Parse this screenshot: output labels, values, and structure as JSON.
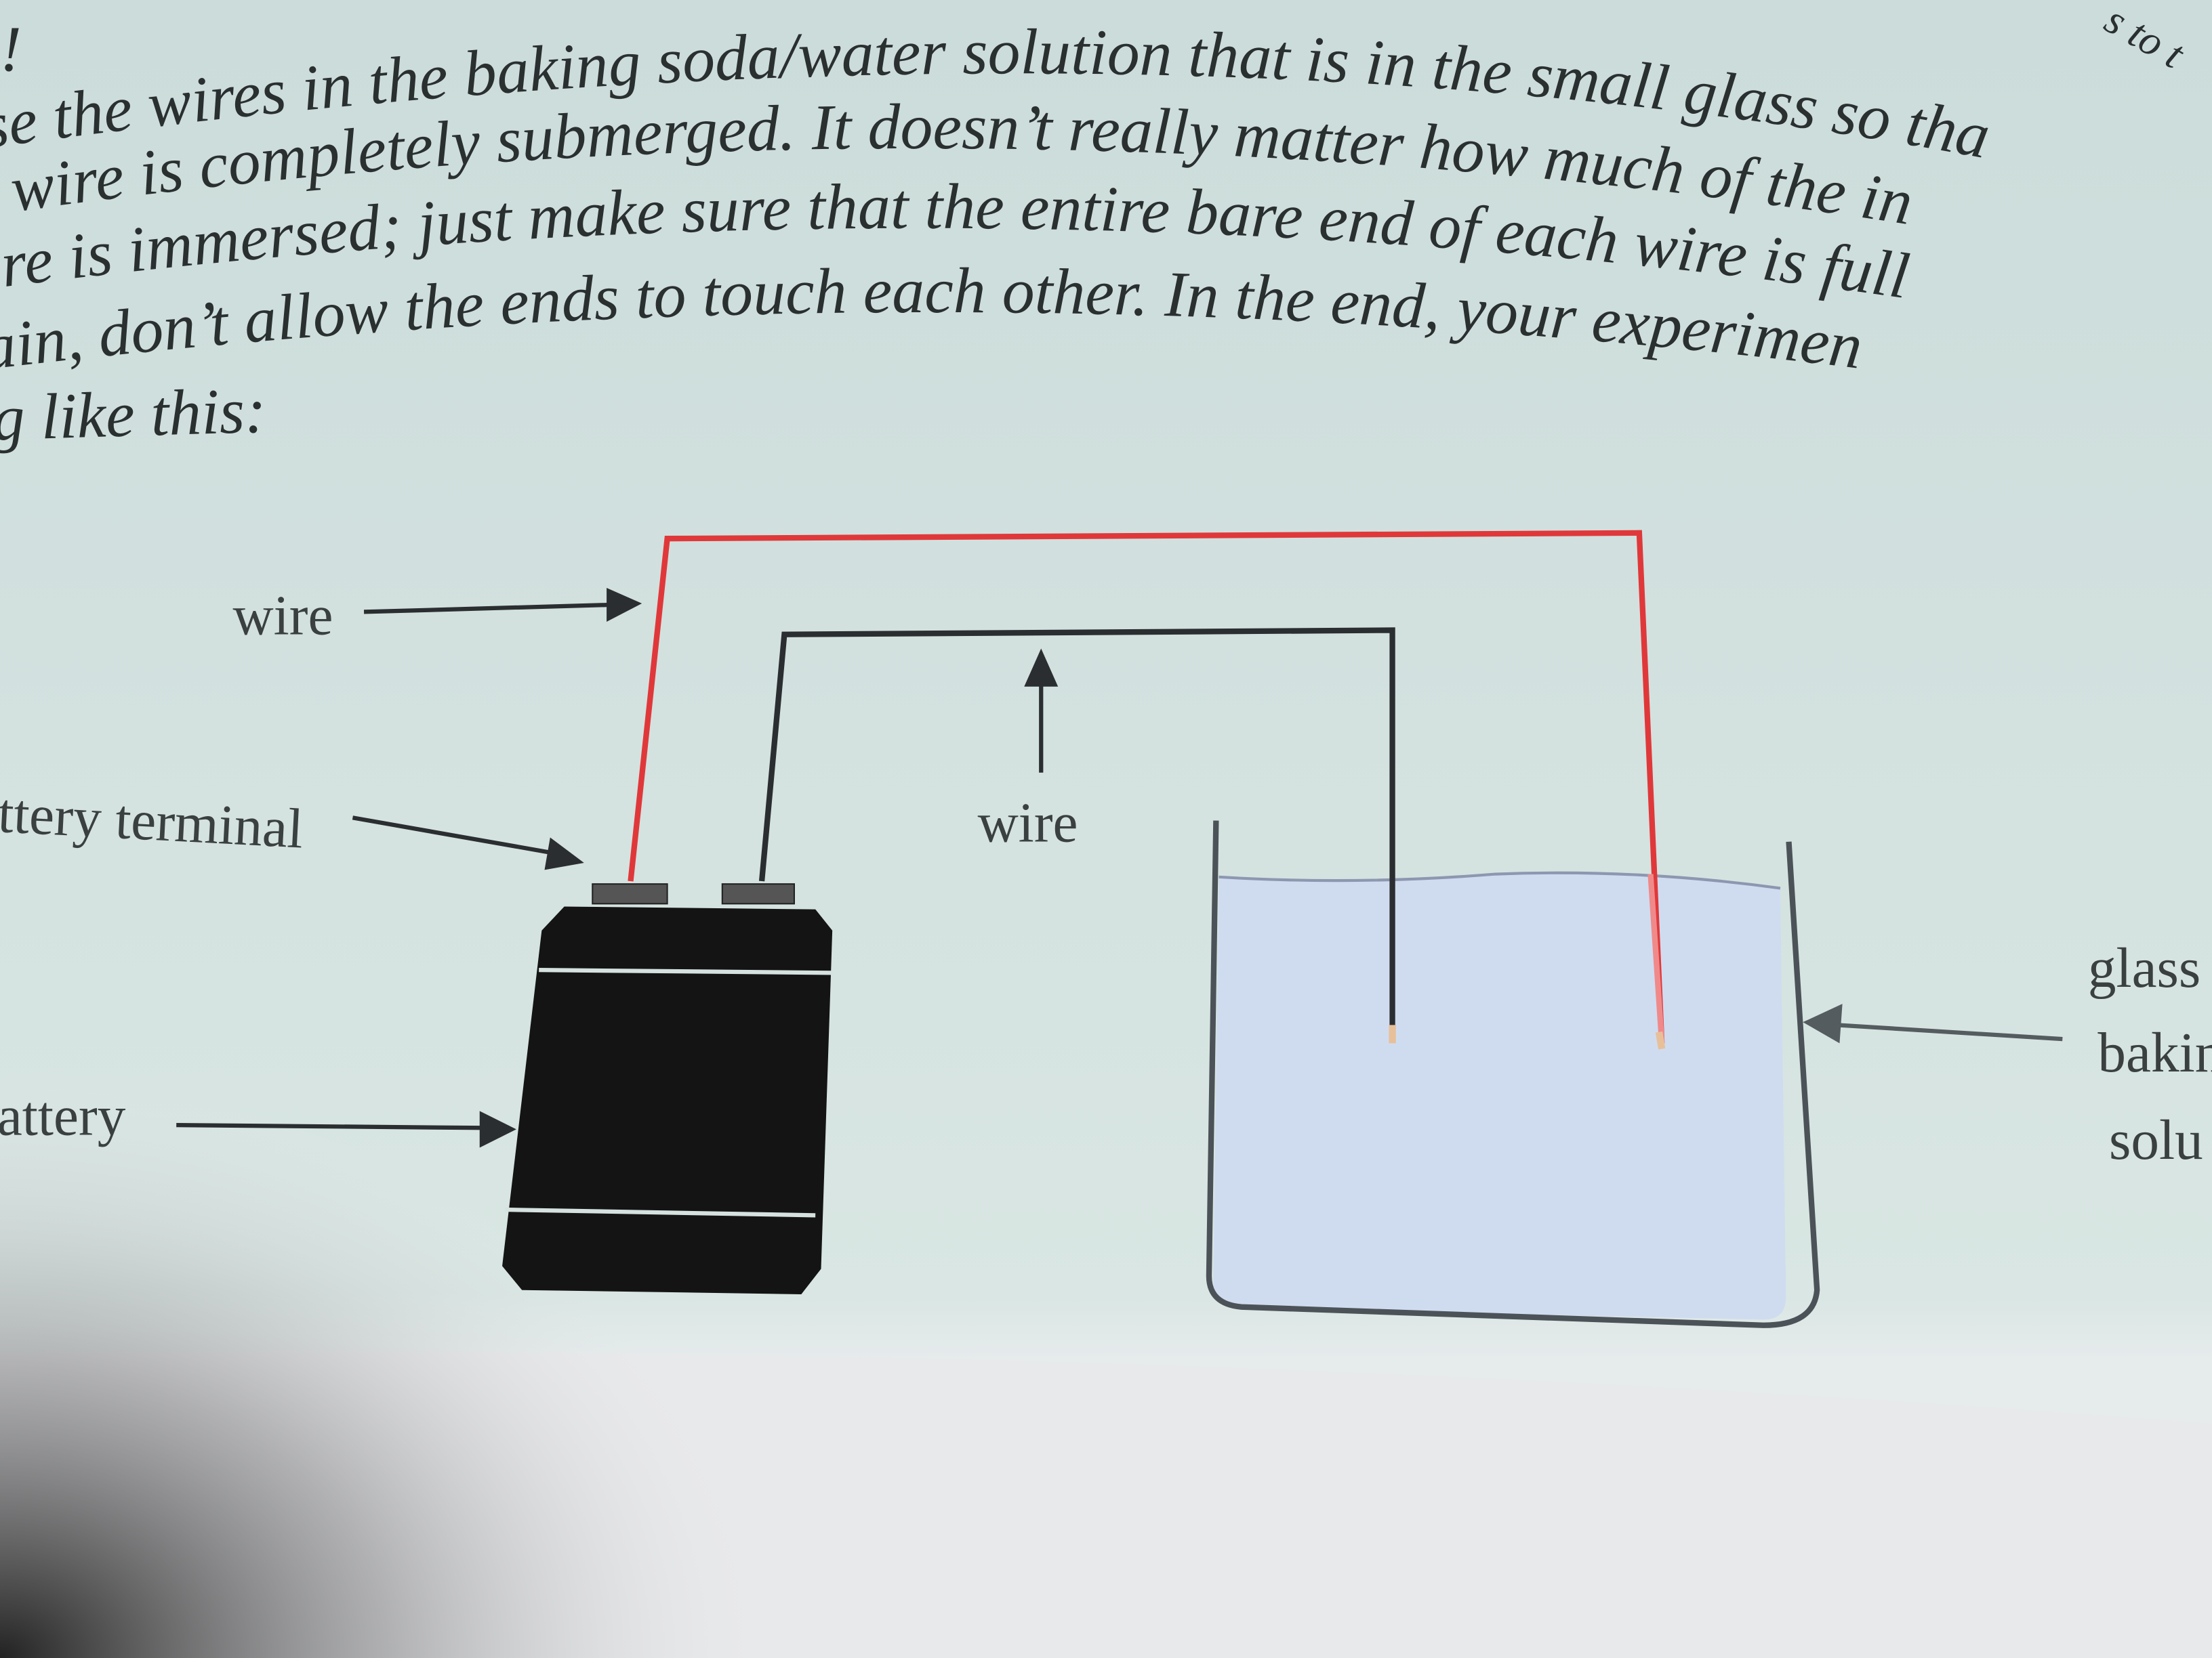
{
  "page": {
    "corner_top_left": "!",
    "corner_top_right": "s to t",
    "lines": [
      "se the wires in the baking soda/water solution that is in the small glass so tha",
      "wire is completely submerged.  It doesn’t really matter how much of the in",
      "ire is immersed; just make sure that the entire bare end of each wire is full",
      "ain, don’t allow the ends to touch each other.  In the end, your experimen",
      "g like this:"
    ]
  },
  "diagram": {
    "labels": {
      "wire_top": "wire",
      "battery_terminal": "ttery terminal",
      "battery": "attery",
      "wire_middle": "wire",
      "glass_line1": "glass",
      "glass_line2": "bakin",
      "glass_line3": "solu"
    },
    "colors": {
      "red_wire": "#e0383a",
      "black_wire": "#2b2e30",
      "battery": "#141414",
      "solution": "#cfdcf0",
      "page": "#d5e2df"
    }
  }
}
